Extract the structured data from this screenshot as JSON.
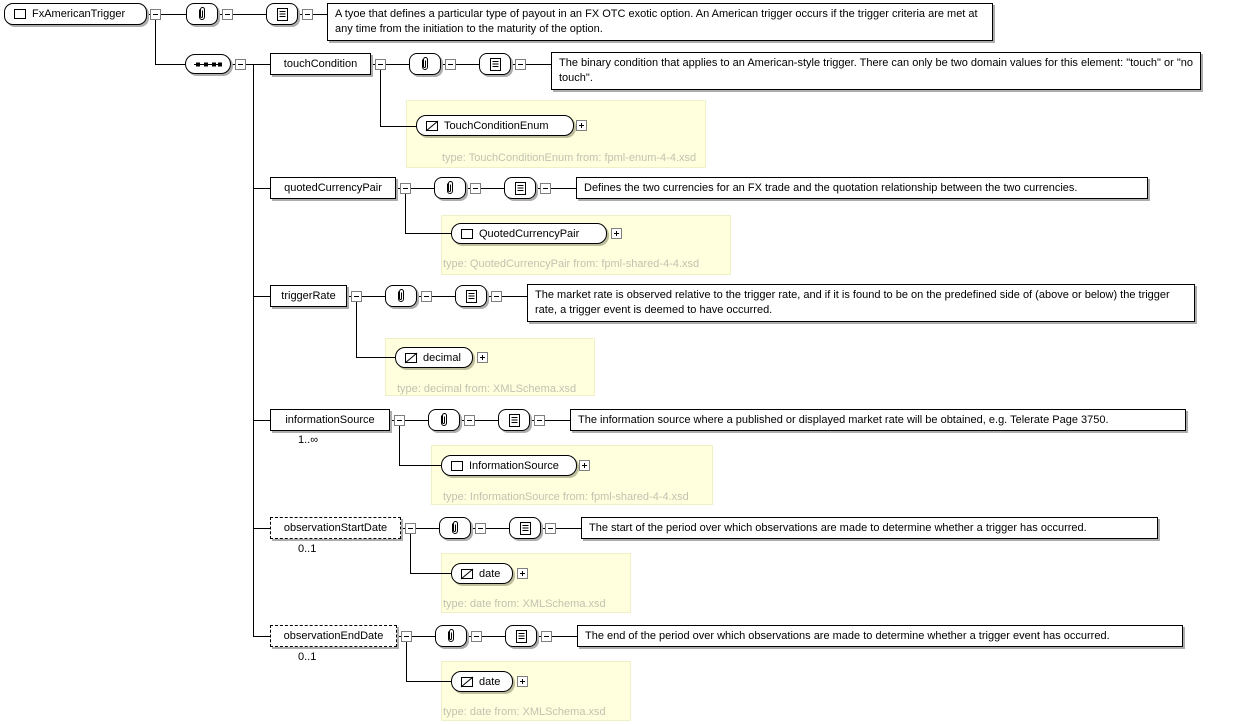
{
  "root": {
    "name": "FxAmericanTrigger",
    "desc": "A tyoe that defines a particular type of payout in an FX OTC exotic option. An American trigger occurs if the trigger criteria are met at any time from the initiation to the maturity of the option."
  },
  "children": [
    {
      "name": "touchCondition",
      "cardinality": "",
      "desc": "The binary condition that applies to an American-style trigger. There can only be two domain values for this element: \"touch\" or \"no touch\".",
      "type_label": "TouchConditionEnum",
      "type_note": "type: TouchConditionEnum from: fpml-enum-4-4.xsd"
    },
    {
      "name": "quotedCurrencyPair",
      "cardinality": "",
      "desc": "Defines the two currencies for an FX trade and the quotation relationship between the two currencies.",
      "type_label": "QuotedCurrencyPair",
      "type_note": "type: QuotedCurrencyPair from: fpml-shared-4-4.xsd"
    },
    {
      "name": "triggerRate",
      "cardinality": "",
      "desc": "The market rate is observed relative to the trigger rate, and if it is found to be on the predefined side of (above or below) the trigger rate, a trigger event is deemed to have occurred.",
      "type_label": "decimal",
      "type_note": "type: decimal from: XMLSchema.xsd"
    },
    {
      "name": "informationSource",
      "cardinality": "1..∞",
      "desc": "The information source where a published or displayed market rate will be obtained, e.g. Telerate Page 3750.",
      "type_label": "InformationSource",
      "type_note": "type: InformationSource from: fpml-shared-4-4.xsd"
    },
    {
      "name": "observationStartDate",
      "cardinality": "0..1",
      "desc": "The start of the period over which observations are made to determine whether a trigger has occurred.",
      "type_label": "date",
      "type_note": "type: date from: XMLSchema.xsd"
    },
    {
      "name": "observationEndDate",
      "cardinality": "0..1",
      "desc": "The end of the period over which observations are made to determine whether a trigger event has occurred.",
      "type_label": "date",
      "type_note": "type: date from: XMLSchema.xsd"
    }
  ],
  "icons": {
    "attributes": "paperclip-icon",
    "annotation": "document-icon",
    "sequence": "sequence-icon",
    "complex_type": "square-icon",
    "simple_type": "slashed-square-icon",
    "collapse": "minus-box-icon",
    "expand": "plus-box-icon"
  },
  "colors": {
    "type_panel_bg": "#ffffdd",
    "type_note_text": "#c2c2b2",
    "box_border": "#000000",
    "box_shadow": "#adadad"
  }
}
